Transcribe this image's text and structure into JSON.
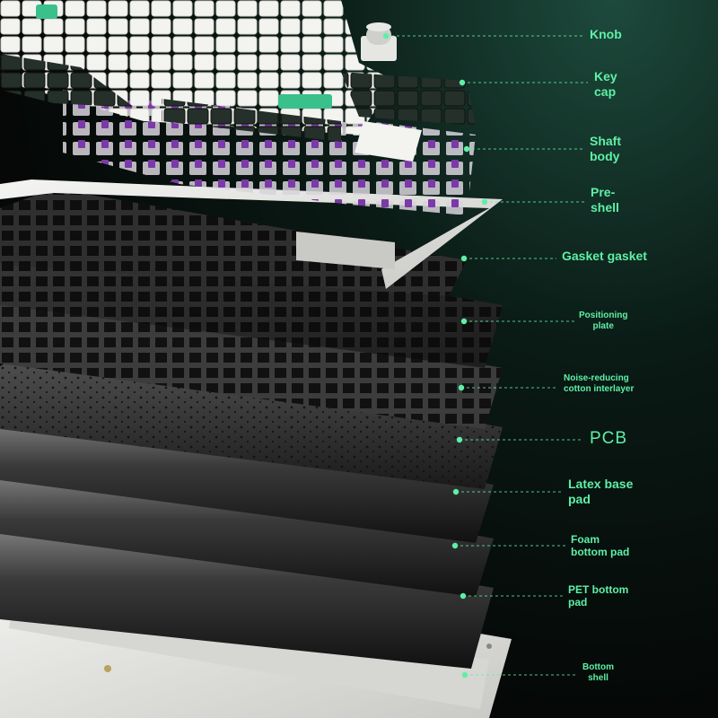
{
  "colors": {
    "accent": "#5ef0a6",
    "shell_white": "#e9e9e7",
    "key_dark": "#1f2a26",
    "key_mint": "#3ac08a",
    "switch_purple": "#7b3aa8",
    "plate_dark": "#2b2b2b"
  },
  "labels": [
    {
      "id": "knob",
      "text": "Knob"
    },
    {
      "id": "key-cap",
      "text": "Key\ncap"
    },
    {
      "id": "shaft-body",
      "text": "Shaft\nbody"
    },
    {
      "id": "pre-shell",
      "text": "Pre-\nshell"
    },
    {
      "id": "gasket-gasket",
      "text": "Gasket gasket"
    },
    {
      "id": "positioning-plate",
      "text": "Positioning\nplate"
    },
    {
      "id": "noise-reducing-cotton-interlayer",
      "text": "Noise-reducing\ncotton interlayer"
    },
    {
      "id": "pcb",
      "text": "PCB"
    },
    {
      "id": "latex-base-pad",
      "text": "Latex base\npad"
    },
    {
      "id": "foam-bottom-pad",
      "text": "Foam\nbottom pad"
    },
    {
      "id": "pet-bottom-pad",
      "text": "PET bottom\npad"
    },
    {
      "id": "bottom-shell",
      "text": "Bottom\nshell"
    }
  ]
}
